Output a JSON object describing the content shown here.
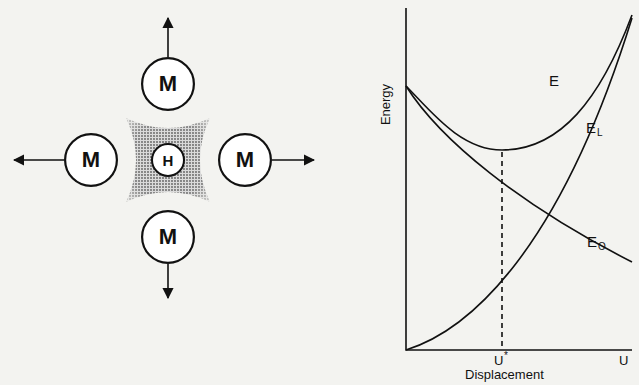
{
  "diagram": {
    "nodes": [
      {
        "text": [
          "M"
        ]
      },
      {
        "text": [
          "M"
        ]
      },
      {
        "text": [
          "H"
        ]
      },
      {
        "text": [
          "M"
        ]
      },
      {
        "text": [
          "M"
        ]
      }
    ],
    "labels": [
      "Energy",
      "E",
      "E",
      "L",
      "E",
      "O",
      "U",
      "*",
      "U",
      "Displacement"
    ]
  }
}
